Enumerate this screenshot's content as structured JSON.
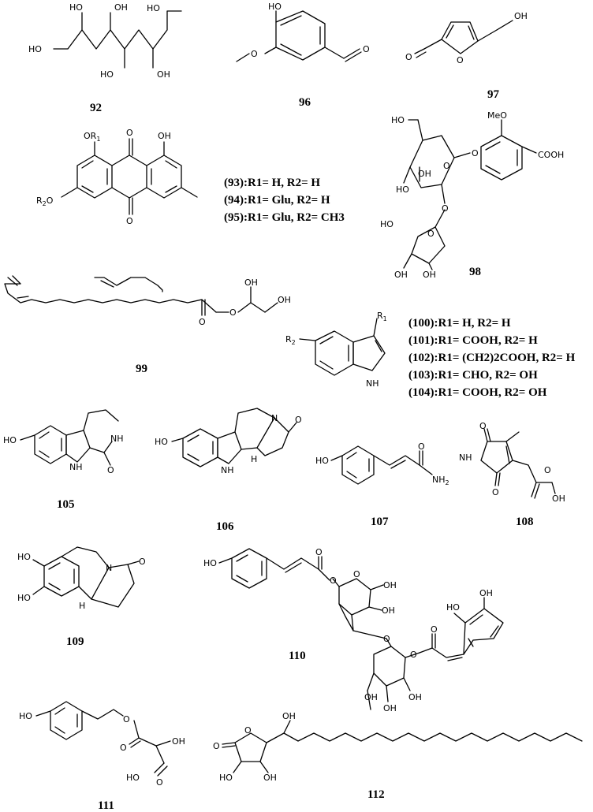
{
  "compounds": [
    {
      "number": "92"
    },
    {
      "number": "96"
    },
    {
      "number": "97"
    },
    {
      "number": "98"
    },
    {
      "number": "99"
    },
    {
      "number": "105"
    },
    {
      "number": "106"
    },
    {
      "number": "107"
    },
    {
      "number": "108"
    },
    {
      "number": "109"
    },
    {
      "number": "110"
    },
    {
      "number": "111"
    },
    {
      "number": "112"
    }
  ],
  "anthraquinone_variants": [
    "(93):R1= H, R2= H",
    "(94):R1= Glu, R2= H",
    "(95):R1= Glu, R2= CH3"
  ],
  "indole_variants": [
    "(100):R1= H, R2= H",
    "(101):R1= COOH, R2= H",
    "(102):R1= (CH2)2COOH, R2= H",
    "(103):R1= CHO, R2= OH",
    "(104):R1= COOH, R2= OH"
  ],
  "atom_labels": {
    "ho": "HO",
    "oh": "OH",
    "o": "O",
    "h": "H",
    "nh": "NH",
    "n": "N",
    "meo": "MeO",
    "cooh": "COOH",
    "nh2": "NH",
    "two": "2",
    "r1": "R",
    "r2": "R",
    "one": "1",
    "or1": "OR",
    "r2o": "R"
  }
}
